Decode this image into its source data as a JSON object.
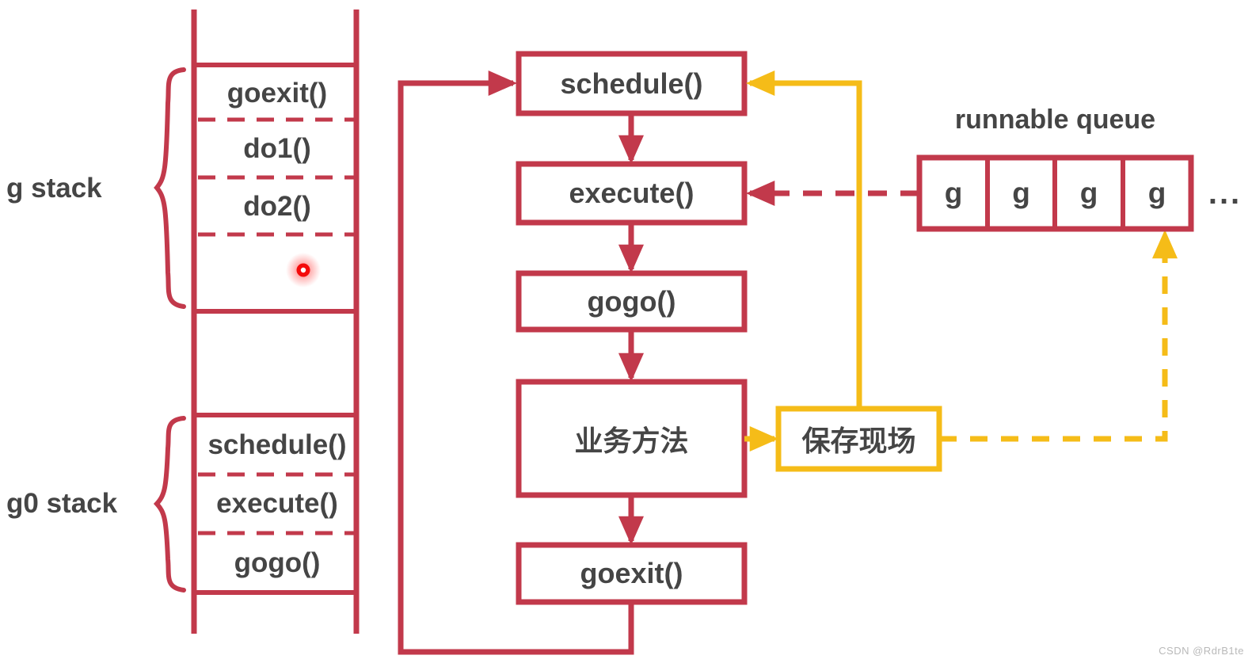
{
  "diagram": {
    "title": "Go scheduler goroutine stack switching diagram",
    "colors": {
      "crimson": "#c2394b",
      "gold": "#f5bc18",
      "text": "#454545",
      "dot": "#f40b0b",
      "background": "#ffffff",
      "watermark": "#b9b9b9"
    }
  },
  "stack": {
    "groups": [
      {
        "label": "g stack",
        "id": "g-stack"
      },
      {
        "label": "g0 stack",
        "id": "g0-stack"
      }
    ],
    "g_frames": [
      {
        "label": "goexit()"
      },
      {
        "label": "do1()"
      },
      {
        "label": "do2()"
      },
      {
        "label": ""
      }
    ],
    "g0_frames": [
      {
        "label": "schedule()"
      },
      {
        "label": "execute()"
      },
      {
        "label": "gogo()"
      }
    ],
    "marker": {
      "name": "current-position-dot"
    }
  },
  "flow": {
    "nodes": [
      {
        "id": "schedule",
        "label": "schedule()",
        "kind": "crimson"
      },
      {
        "id": "execute",
        "label": "execute()",
        "kind": "crimson"
      },
      {
        "id": "gogo",
        "label": "gogo()",
        "kind": "crimson"
      },
      {
        "id": "business-method",
        "label": "业务方法",
        "kind": "crimson"
      },
      {
        "id": "goexit",
        "label": "goexit()",
        "kind": "crimson"
      },
      {
        "id": "save-context",
        "label": "保存现场",
        "kind": "gold"
      }
    ],
    "edges": [
      {
        "from": "schedule",
        "to": "execute",
        "style": "solid",
        "color": "crimson"
      },
      {
        "from": "execute",
        "to": "gogo",
        "style": "solid",
        "color": "crimson"
      },
      {
        "from": "gogo",
        "to": "business-method",
        "style": "solid",
        "color": "crimson"
      },
      {
        "from": "business-method",
        "to": "goexit",
        "style": "solid",
        "color": "crimson"
      },
      {
        "from": "goexit",
        "to": "schedule",
        "style": "solid",
        "color": "crimson"
      },
      {
        "from": "business-method",
        "to": "save-context",
        "style": "solid",
        "color": "gold"
      },
      {
        "from": "save-context",
        "to": "schedule",
        "style": "solid",
        "color": "gold"
      },
      {
        "from": "save-context",
        "to": "runnable-queue",
        "style": "dashed",
        "color": "gold"
      },
      {
        "from": "runnable-queue",
        "to": "execute",
        "style": "dashed",
        "color": "crimson"
      }
    ]
  },
  "queue": {
    "title": "runnable queue",
    "cells": [
      {
        "label": "g"
      },
      {
        "label": "g"
      },
      {
        "label": "g"
      },
      {
        "label": "g"
      }
    ],
    "overflow": "..."
  },
  "watermark": {
    "text": "CSDN @RdrB1te"
  }
}
